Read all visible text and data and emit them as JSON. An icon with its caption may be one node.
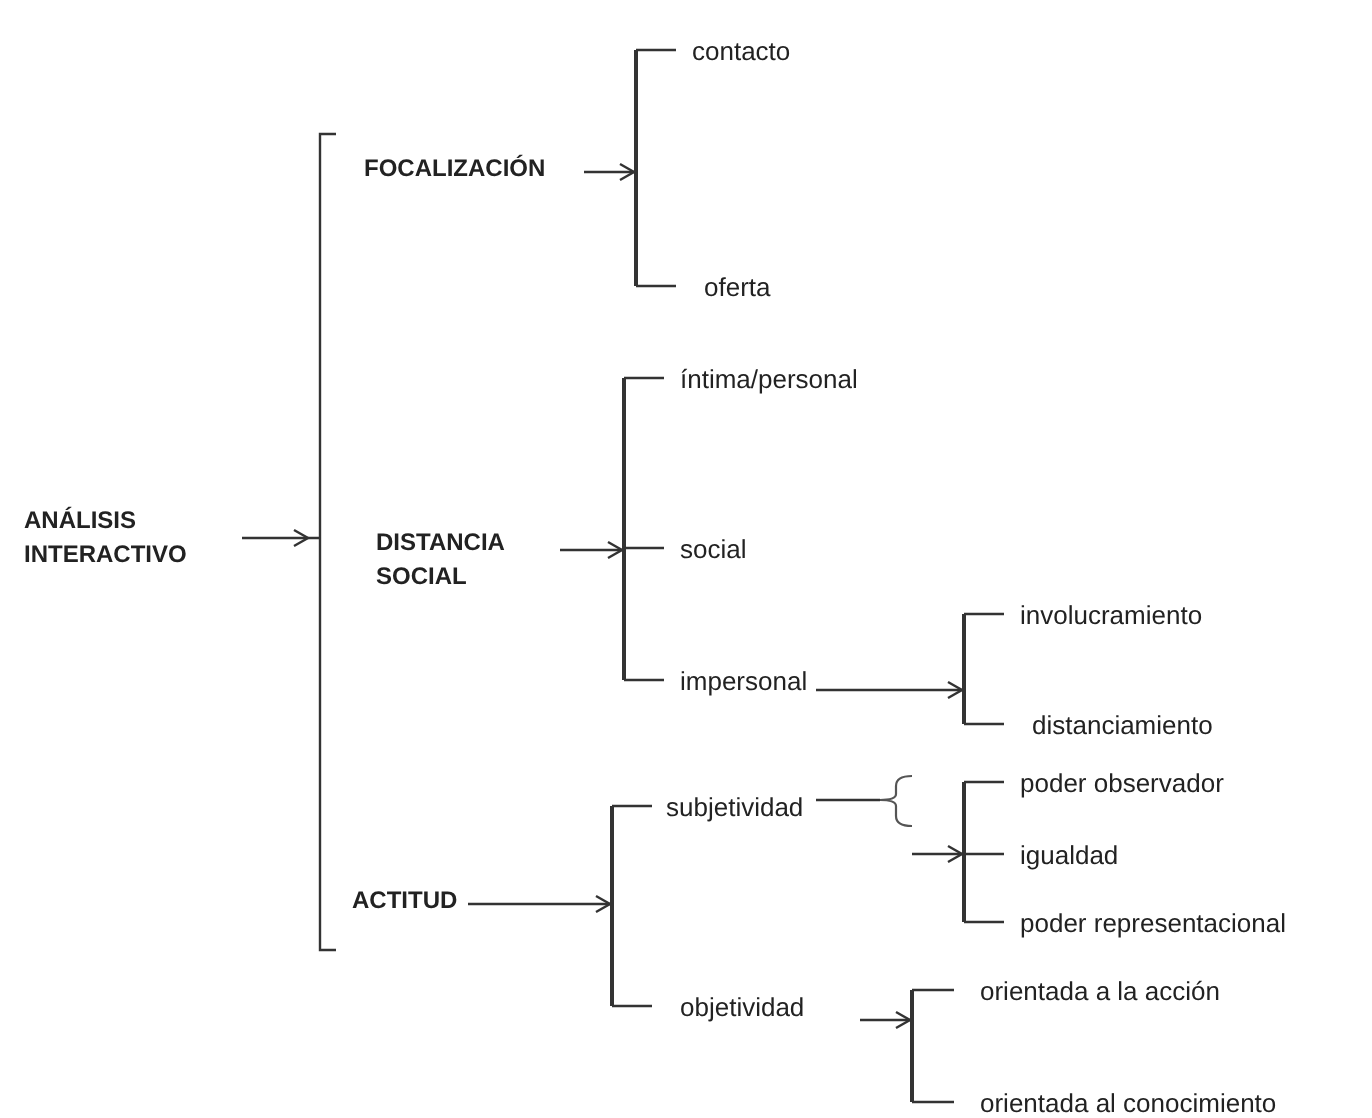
{
  "diagram": {
    "nodes": [
      {
        "text": [
          "ANÁLISIS INTERACTIVO"
        ]
      },
      {
        "text": [],
        "shape": "bracket"
      },
      {
        "text": [
          "FOCALIZACIÓN"
        ]
      },
      {
        "text": [],
        "shape": "bracket"
      },
      {
        "text": [
          "contacto"
        ]
      },
      {
        "text": [
          "oferta"
        ]
      },
      {
        "text": [
          "DISTANCIA SOCIAL"
        ]
      },
      {
        "text": [],
        "shape": "bracket"
      },
      {
        "text": [
          "íntima/personal"
        ]
      },
      {
        "text": [
          "social"
        ]
      },
      {
        "text": [
          "impersonal"
        ]
      },
      {
        "text": [],
        "shape": "bracket"
      },
      {
        "text": [
          "involucramiento"
        ]
      },
      {
        "text": [
          "distanciamiento"
        ]
      },
      {
        "text": [
          "ACTITUD"
        ]
      },
      {
        "text": [],
        "shape": "bracket"
      },
      {
        "text": [
          "subjetividad"
        ]
      },
      {
        "text": [],
        "shape": "brace"
      },
      {
        "text": [],
        "shape": "bracket"
      },
      {
        "text": [
          "poder observador"
        ]
      },
      {
        "text": [
          "igualdad"
        ]
      },
      {
        "text": [
          "poder representacional"
        ]
      },
      {
        "text": [
          "objetividad"
        ]
      },
      {
        "text": [],
        "shape": "bracket"
      },
      {
        "text": [
          "orientada a la acción"
        ]
      },
      {
        "text": [
          "orientada al conocimiento"
        ]
      }
    ],
    "edges": [
      {
        "from": 0,
        "to": 1,
        "arrow": "to"
      },
      {
        "from": 2,
        "to": 3,
        "arrow": "to"
      },
      {
        "from": 3,
        "to": 4,
        "arrow": "none"
      },
      {
        "from": 3,
        "to": 5,
        "arrow": "none"
      },
      {
        "from": 6,
        "to": 7,
        "arrow": "to"
      },
      {
        "from": 7,
        "to": 8,
        "arrow": "none"
      },
      {
        "from": 7,
        "to": 9,
        "arrow": "none"
      },
      {
        "from": 7,
        "to": 10,
        "arrow": "none"
      },
      {
        "from": 10,
        "to": 11,
        "arrow": "to"
      },
      {
        "from": 11,
        "to": 12,
        "arrow": "none"
      },
      {
        "from": 11,
        "to": 13,
        "arrow": "none"
      },
      {
        "from": 14,
        "to": 15,
        "arrow": "to"
      },
      {
        "from": 15,
        "to": 16,
        "arrow": "none"
      },
      {
        "from": 15,
        "to": 22,
        "arrow": "none"
      },
      {
        "from": 16,
        "to": 17,
        "arrow": "none"
      },
      {
        "from": 17,
        "to": 18,
        "arrow": "to"
      },
      {
        "from": 18,
        "to": 19,
        "arrow": "none"
      },
      {
        "from": 18,
        "to": 20,
        "arrow": "none"
      },
      {
        "from": 18,
        "to": 21,
        "arrow": "none"
      },
      {
        "from": 22,
        "to": 23,
        "arrow": "to"
      },
      {
        "from": 23,
        "to": 24,
        "arrow": "none"
      },
      {
        "from": 23,
        "to": 25,
        "arrow": "none"
      }
    ]
  }
}
